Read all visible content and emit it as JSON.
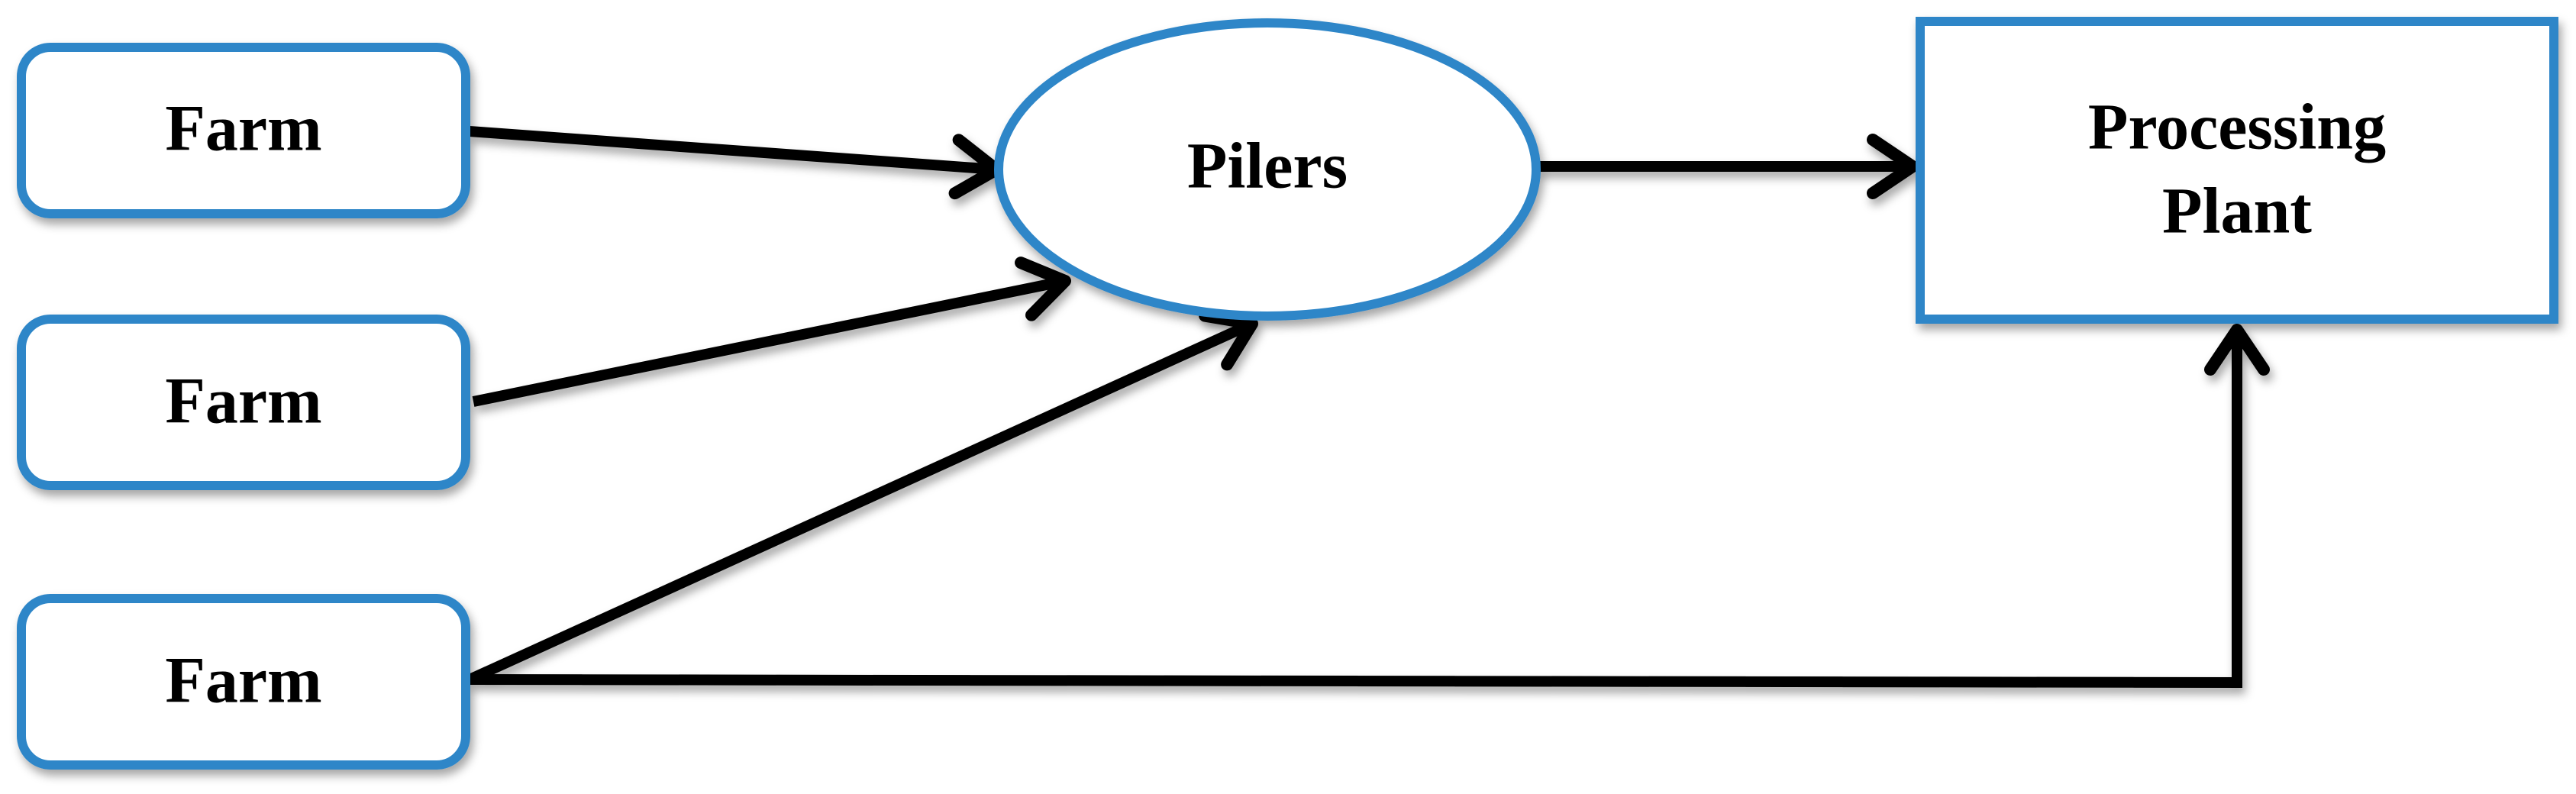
{
  "diagram": {
    "nodes": {
      "farm_1": {
        "label": "Farm"
      },
      "farm_2": {
        "label": "Farm"
      },
      "farm_3": {
        "label": "Farm"
      },
      "pilers": {
        "label": "Pilers"
      },
      "processing_plant": {
        "label_line1": "Processing",
        "label_line2": "Plant"
      }
    },
    "edges": [
      {
        "from": "farm_1",
        "to": "pilers"
      },
      {
        "from": "farm_2",
        "to": "pilers"
      },
      {
        "from": "farm_3",
        "to": "pilers"
      },
      {
        "from": "pilers",
        "to": "processing_plant"
      },
      {
        "from": "farm_3",
        "to": "processing_plant"
      }
    ],
    "colors": {
      "node_border": "#2E86C8",
      "arrow": "#000000",
      "background": "#FFFFFF"
    }
  }
}
